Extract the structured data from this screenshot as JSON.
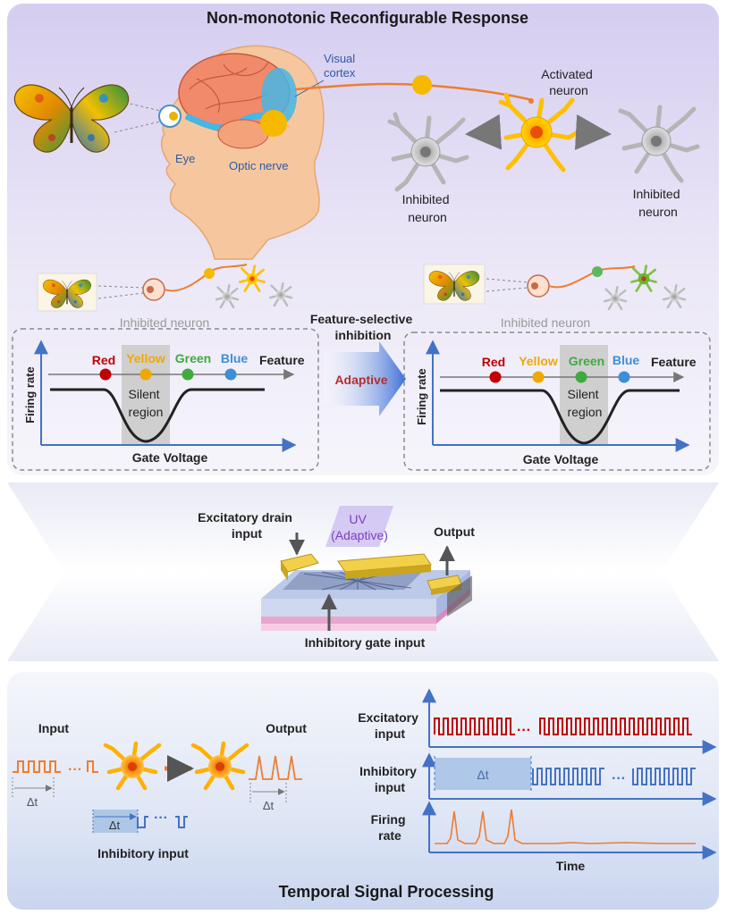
{
  "top": {
    "title": "Non-monotonic Reconfigurable Response",
    "labels": {
      "visual_cortex": [
        "Visual",
        "cortex"
      ],
      "activated_neuron": [
        "Activated",
        "neuron"
      ],
      "inhibited_neuron": [
        "Inhibited",
        "neuron"
      ],
      "eye": "Eye",
      "optic_nerve": "Optic nerve"
    }
  },
  "middle": {
    "inhibited_label": "Inhibited neuron",
    "feature_selective": [
      "Feature-selective",
      "inhibition"
    ],
    "adaptive": "Adaptive",
    "left_plot": {
      "y_label": "Firing rate",
      "x_label": "Gate Voltage",
      "feature_label": "Feature",
      "silent_region": [
        "Silent",
        "region"
      ],
      "features": [
        {
          "name": "Red",
          "color": "#c00000"
        },
        {
          "name": "Yellow",
          "color": "#f0a800"
        },
        {
          "name": "Green",
          "color": "#3faa3f"
        },
        {
          "name": "Blue",
          "color": "#3c8fd6"
        }
      ]
    },
    "right_plot": {
      "y_label": "Firing rate",
      "x_label": "Gate Voltage",
      "feature_label": "Feature",
      "silent_region": [
        "Silent",
        "region"
      ],
      "features": [
        {
          "name": "Red",
          "color": "#c00000"
        },
        {
          "name": "Yellow",
          "color": "#f0a800"
        },
        {
          "name": "Green",
          "color": "#3faa3f"
        },
        {
          "name": "Blue",
          "color": "#3c8fd6"
        }
      ]
    }
  },
  "device": {
    "excitatory_drain": [
      "Excitatory drain",
      "input"
    ],
    "uv": [
      "UV",
      "(Adaptive)"
    ],
    "output": "Output",
    "inhibitory_gate": "Inhibitory gate input"
  },
  "bottom": {
    "input": "Input",
    "output": "Output",
    "delta_t": "Δt",
    "inhibitory_input": "Inhibitory input",
    "signals": {
      "excitatory": [
        "Excitatory",
        "input"
      ],
      "inhibitory": [
        "Inhibitory",
        "input"
      ],
      "firing": [
        "Firing",
        "rate"
      ],
      "time": "Time"
    },
    "title": "Temporal Signal Processing"
  },
  "colors": {
    "accent_blue": "#4472c4",
    "orange": "#ed7d31",
    "red_pulse": "#c00000",
    "purple_bg": "#e4def5"
  }
}
